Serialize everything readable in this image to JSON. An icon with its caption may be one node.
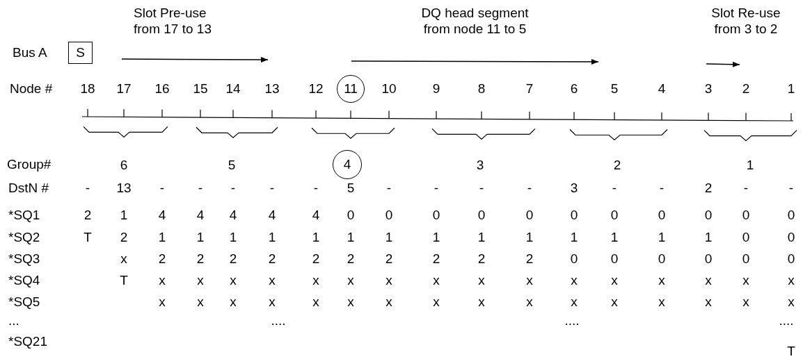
{
  "diagram": {
    "nodes": [
      {
        "text": [
          "S"
        ]
      },
      {
        "text": [
          "11"
        ]
      },
      {
        "text": [
          "4"
        ]
      }
    ],
    "labels": [
      "Slot Pre-use from 17 to 13",
      "DQ head segment from node 11 to 5",
      "Slot Re-use from 3 to 2",
      "Bus A",
      "Node #",
      "18",
      "17",
      "16",
      "15",
      "14",
      "13",
      "12",
      "10",
      "9",
      "8",
      "7",
      "6",
      "5",
      "4",
      "3",
      "2",
      "1",
      "Group#",
      "6",
      "5",
      "3",
      "2",
      "1",
      "DstN #",
      "-",
      "13",
      "-",
      "-",
      "-",
      "-",
      "-",
      "5",
      "-",
      "-",
      "-",
      "-",
      "3",
      "-",
      "-",
      "2",
      "-",
      "-",
      "*SQ1",
      "2",
      "1",
      "4",
      "4",
      "4",
      "4",
      "4",
      "0",
      "0",
      "0",
      "0",
      "0",
      "0",
      "0",
      "0",
      "0",
      "0",
      "0",
      "*SQ2",
      "T",
      "2",
      "1",
      "1",
      "1",
      "1",
      "1",
      "1",
      "1",
      "1",
      "1",
      "1",
      "1",
      "1",
      "1",
      "1",
      "0",
      "0",
      "*SQ3",
      "x",
      "2",
      "2",
      "2",
      "2",
      "2",
      "2",
      "2",
      "2",
      "2",
      "2",
      "0",
      "0",
      "0",
      "0",
      "0",
      "0",
      "*SQ4",
      "T",
      "x",
      "x",
      "x",
      "x",
      "x",
      "x",
      "x",
      "x",
      "x",
      "x",
      "x",
      "x",
      "x",
      "x",
      "x",
      "x",
      "*SQ5",
      "x",
      "x",
      "x",
      "x",
      "x",
      "x",
      "x",
      "x",
      "x",
      "x",
      "x",
      "x",
      "x",
      "x",
      "x",
      "x",
      "...",
      "....",
      "....",
      "....",
      "*SQ21",
      "T"
    ]
  }
}
